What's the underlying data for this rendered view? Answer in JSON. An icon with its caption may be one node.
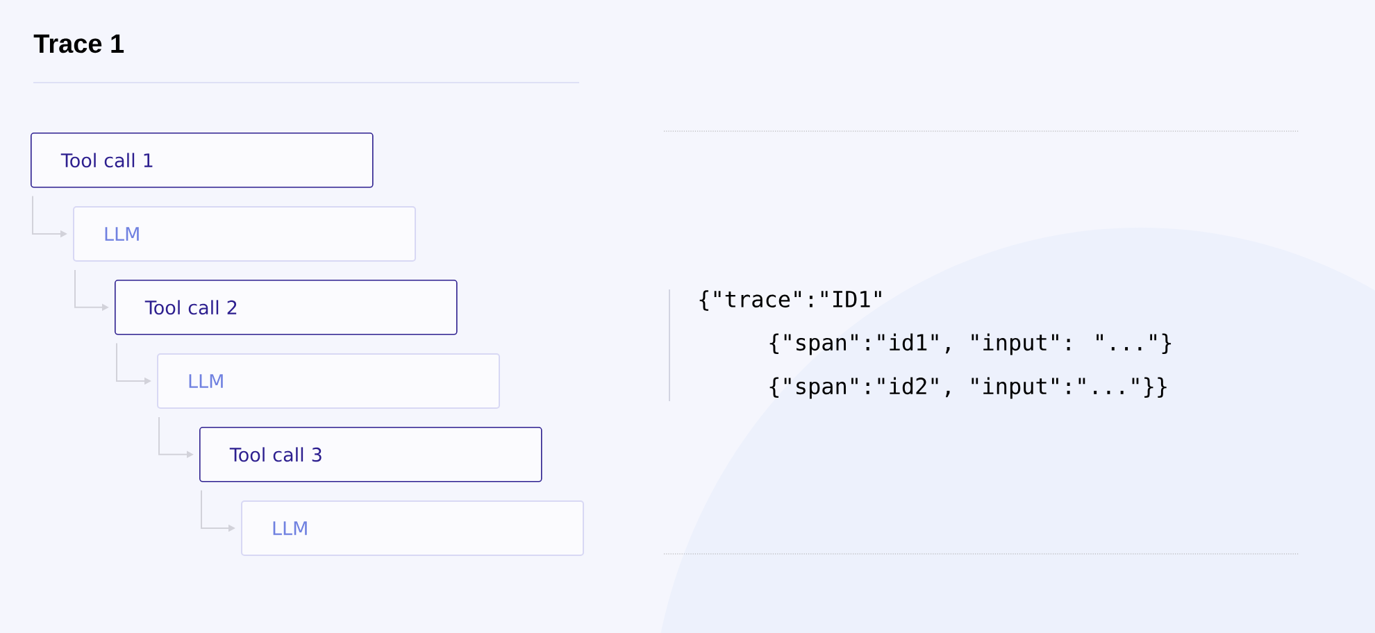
{
  "diagram": {
    "title": "Trace 1",
    "nodes": [
      {
        "text": [
          "Tool call 1"
        ]
      },
      {
        "text": [
          "LLM"
        ]
      },
      {
        "text": [
          "Tool call 2"
        ]
      },
      {
        "text": [
          "LLM"
        ]
      },
      {
        "text": [
          "Tool call 3"
        ]
      },
      {
        "text": [
          "LLM"
        ]
      }
    ],
    "edges": [
      {
        "from": 0,
        "to": 1,
        "arrow": "to"
      },
      {
        "from": 1,
        "to": 2,
        "arrow": "to"
      },
      {
        "from": 2,
        "to": 3,
        "arrow": "to"
      },
      {
        "from": 3,
        "to": 4,
        "arrow": "to"
      },
      {
        "from": 4,
        "to": 5,
        "arrow": "to"
      }
    ],
    "labels": [
      "{\"trace\":\"ID1\"",
      "{\"span\":\"id1\", \"input\": \"...\"}",
      "{\"span\":\"id2\", \"input\":\"...\"}}"
    ]
  }
}
